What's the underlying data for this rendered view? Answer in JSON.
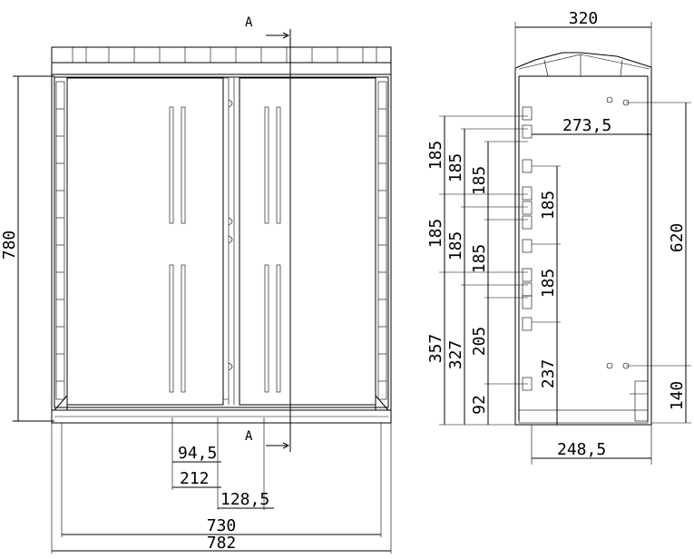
{
  "front_view": {
    "section_label_top": "A",
    "section_label_bottom": "A",
    "dim_height": "780",
    "dim_94_5": "94,5",
    "dim_212": "212",
    "dim_128_5": "128,5",
    "dim_730": "730",
    "dim_782": "782"
  },
  "side_view": {
    "dim_320": "320",
    "dim_273_5": "273,5",
    "dim_620": "620",
    "dim_140": "140",
    "dim_248_5": "248,5",
    "col1": [
      "185",
      "185",
      "357"
    ],
    "col2": [
      "185",
      "185",
      "327"
    ],
    "col3": [
      "185",
      "185",
      "205",
      "92"
    ],
    "col4": [
      "185",
      "185",
      "237"
    ]
  }
}
